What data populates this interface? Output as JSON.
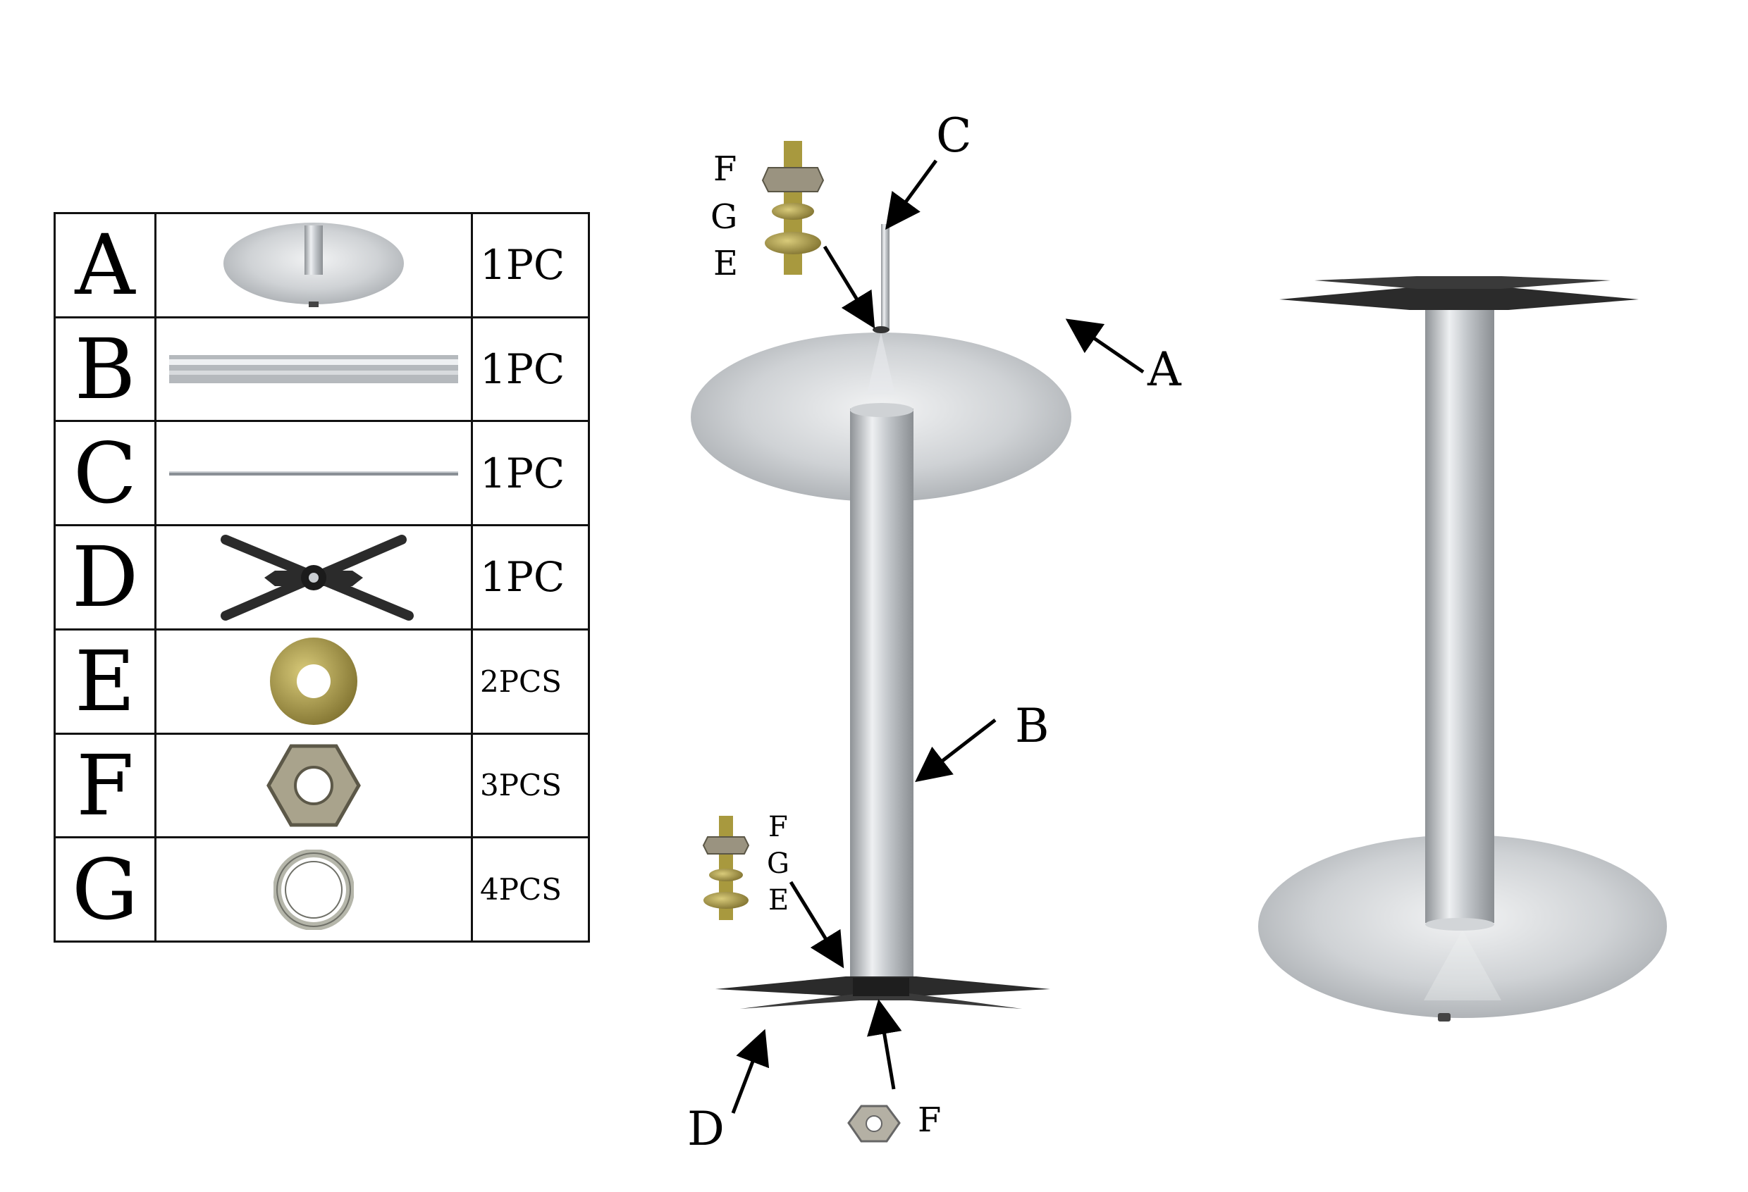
{
  "parts": [
    {
      "letter": "A",
      "qty": "1PC",
      "icon": "round-base-plate-icon"
    },
    {
      "letter": "B",
      "qty": "1PC",
      "icon": "tube-column-icon"
    },
    {
      "letter": "C",
      "qty": "1PC",
      "icon": "threaded-rod-icon"
    },
    {
      "letter": "D",
      "qty": "1PC",
      "icon": "cross-spider-bracket-icon"
    },
    {
      "letter": "E",
      "qty": "2PCS",
      "icon": "flat-washer-icon"
    },
    {
      "letter": "F",
      "qty": "3PCS",
      "icon": "hex-nut-icon"
    },
    {
      "letter": "G",
      "qty": "4PCS",
      "icon": "lock-ring-washer-icon"
    }
  ],
  "callouts": {
    "top_stack": [
      "F",
      "G",
      "E"
    ],
    "rod": "C",
    "base": "A",
    "column": "B",
    "bottom_stack": [
      "F",
      "G",
      "E"
    ],
    "spider": "D",
    "bottom_nut": "F"
  },
  "colors": {
    "steel_light": "#e6e8ea",
    "steel_mid": "#b6babe",
    "steel_dark": "#8c9094",
    "black_bracket": "#2b2b2b",
    "brass": "#b8a64a"
  }
}
